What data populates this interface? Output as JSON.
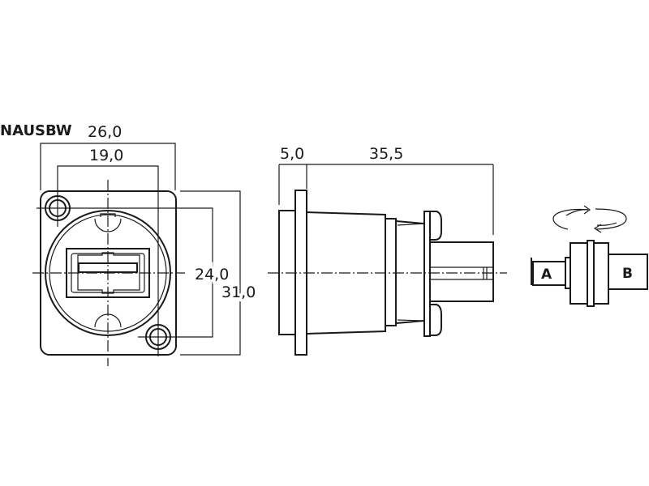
{
  "title": "NAUSBW",
  "front_view": {
    "dim_width_outer": "26,0",
    "dim_width_inner": "19,0",
    "dim_height_inner": "24,0",
    "dim_height_outer": "31,0"
  },
  "side_view": {
    "dim_flange": "5,0",
    "dim_depth": "35,5"
  },
  "adapter": {
    "side_a": "A",
    "side_b": "B"
  }
}
